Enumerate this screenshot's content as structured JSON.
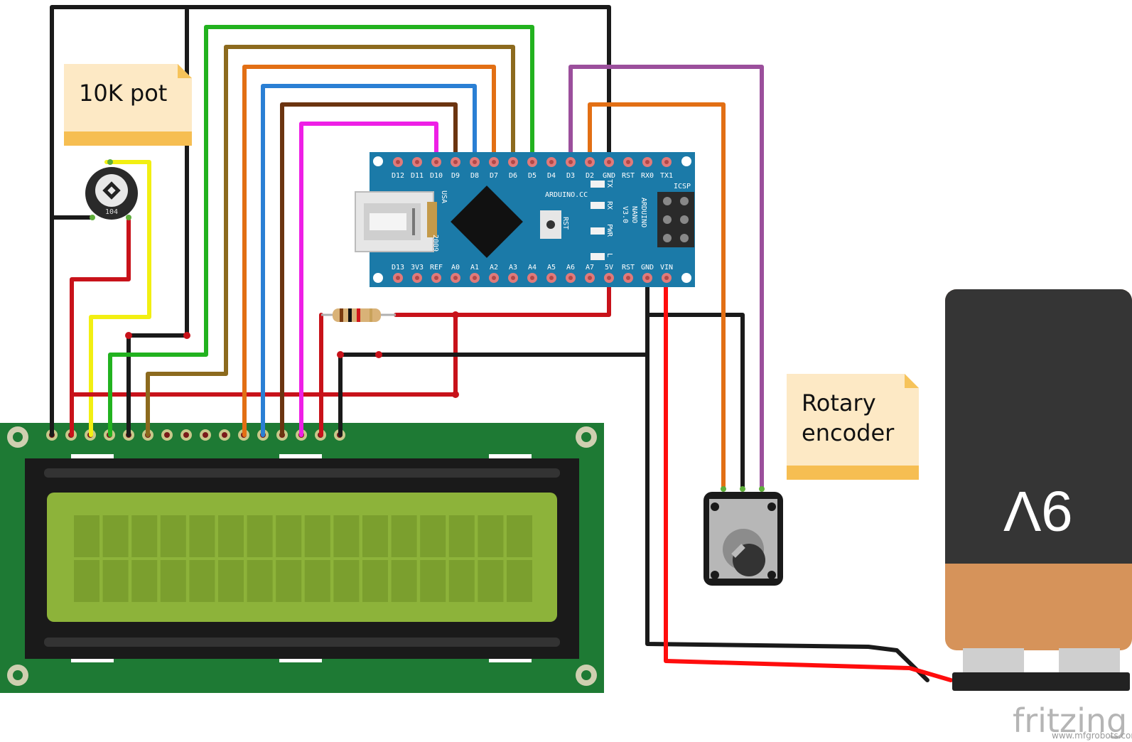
{
  "notes": {
    "pot": {
      "line1": "10K pot"
    },
    "encoder": {
      "line1": "Rotary",
      "line2": "encoder"
    }
  },
  "pot_code": "104",
  "nano": {
    "top_pins": [
      "D12",
      "D11",
      "D10",
      "D9",
      "D8",
      "D7",
      "D6",
      "D5",
      "D4",
      "D3",
      "D2",
      "GND",
      "RST",
      "RX0",
      "TX1"
    ],
    "bottom_pins": [
      "D13",
      "3V3",
      "REF",
      "A0",
      "A1",
      "A2",
      "A3",
      "A4",
      "A5",
      "A6",
      "A7",
      "5V",
      "RST",
      "GND",
      "VIN"
    ],
    "brand": "ARDUINO.CC",
    "model_line1": "ARDUINO",
    "model_line2": "NANO",
    "model_line3": "V3.0",
    "usa": "USA",
    "year": "2009",
    "rst": "RST",
    "icsp": "ICSP",
    "led_tx": "TX",
    "led_rx": "RX",
    "led_pwr": "PWR",
    "led_l": "L"
  },
  "battery": {
    "label": "9V"
  },
  "watermark": {
    "brand": "fritzing",
    "site": "www.mfgrobots.com"
  },
  "colors": {
    "board_green": "#1e7a34",
    "nano_blue": "#1b7aa8",
    "lcd_screen": "#8db33a",
    "wire_black": "#1a1a1a",
    "wire_red": "#c8121a",
    "wire_green": "#22b21f",
    "wire_orange": "#e26f14",
    "wire_blue": "#2a7fd4",
    "wire_brown": "#6b3410",
    "wire_olive": "#8c6a1e",
    "wire_magenta": "#ee1fe6",
    "wire_purple": "#9b4f9c",
    "wire_yellow": "#f2ef12"
  }
}
